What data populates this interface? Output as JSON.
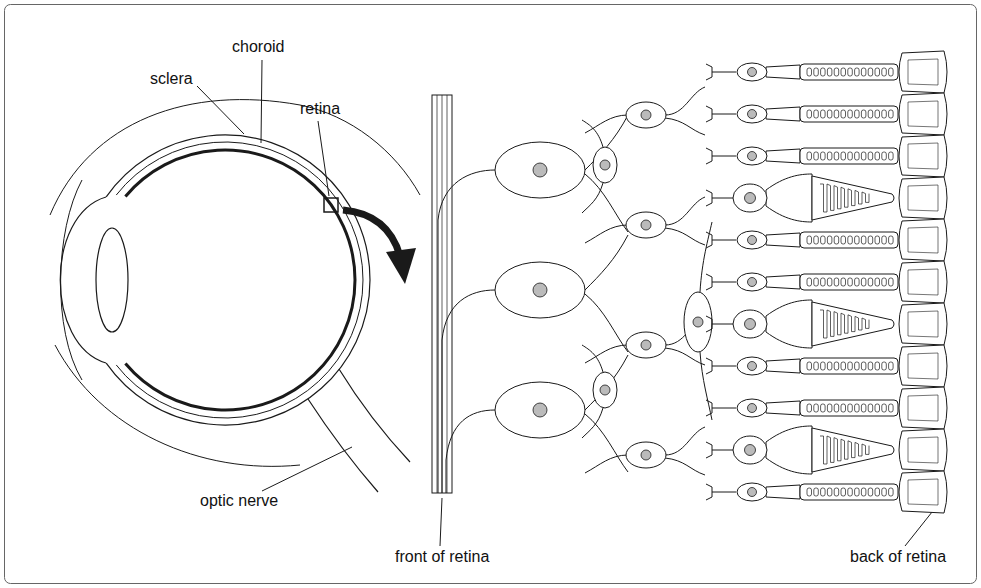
{
  "diagram": {
    "labels": [
      "sclera",
      "choroid",
      "retina",
      "optic nerve",
      "front of retina",
      "back of retina"
    ]
  }
}
